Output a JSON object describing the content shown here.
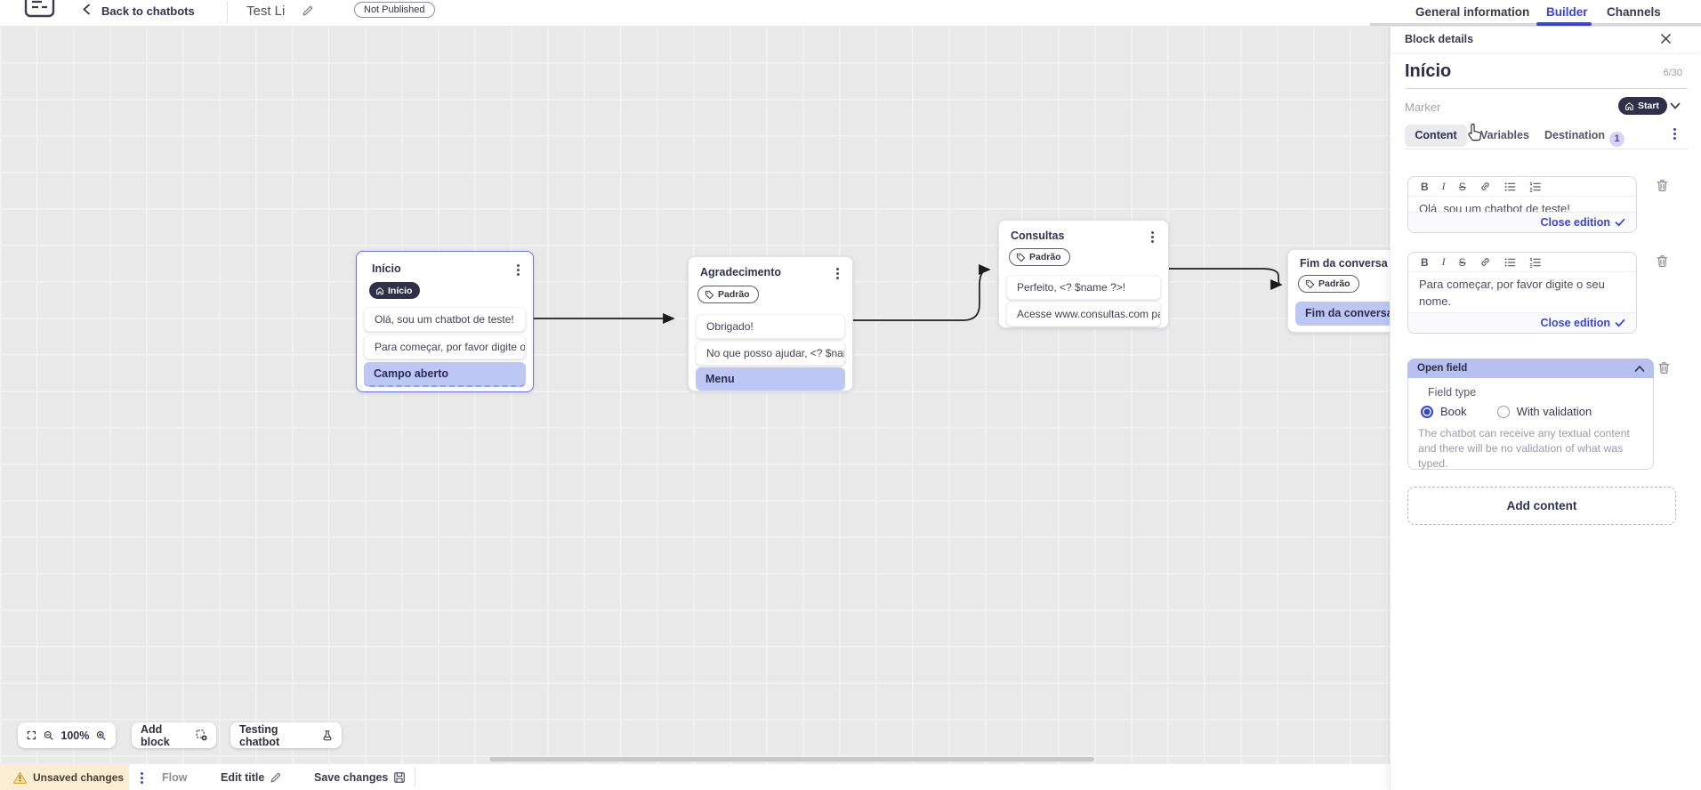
{
  "topbar": {
    "back_label": "Back to chatbots",
    "title": "Test Li",
    "status_badge": "Not Published",
    "nav": [
      {
        "label": "General information",
        "active": false
      },
      {
        "label": "Builder",
        "active": true
      },
      {
        "label": "Channels",
        "active": false
      }
    ]
  },
  "canvas": {
    "zoom_level": "100%",
    "add_block_label": "Add block",
    "testing_label": "Testing chatbot",
    "blocks": [
      {
        "title": "Início",
        "badge": "Início",
        "badge_type": "start",
        "rows": [
          "Olá, sou um chatbot de teste!",
          "Para começar, por favor digite o ...",
          "Campo aberto"
        ]
      },
      {
        "title": "Agradecimento",
        "badge": "Padrão",
        "badge_type": "default",
        "rows": [
          "Obrigado!",
          "No que posso ajudar, <? $name ...",
          "Menu"
        ]
      },
      {
        "title": "Consultas",
        "badge": "Padrão",
        "badge_type": "default",
        "rows": [
          "Perfeito, <? $name ?>!",
          "Acesse www.consultas.com par..."
        ]
      },
      {
        "title": "Fim da conversa",
        "badge": "Padrão",
        "badge_type": "default",
        "rows": [
          "Fim da conversa"
        ]
      }
    ]
  },
  "panel": {
    "header": "Block details",
    "block_name": "Início",
    "char_counter": "6/30",
    "marker_label": "Marker",
    "marker_value": "Start",
    "tabs": [
      {
        "label": "Content",
        "active": true
      },
      {
        "label": "Variables",
        "active": false
      },
      {
        "label": "Destination",
        "active": false,
        "badge": "1"
      }
    ],
    "toolbar": {
      "bold": "B",
      "italic": "I",
      "strike": "S"
    },
    "editors": [
      {
        "text": "Olá, sou um chatbot de teste!",
        "close_label": "Close edition"
      },
      {
        "text": "Para começar, por favor digite o seu nome.",
        "close_label": "Close edition"
      }
    ],
    "open_field": {
      "title": "Open field",
      "field_type_label": "Field type",
      "options": [
        {
          "label": "Book",
          "selected": true
        },
        {
          "label": "With validation",
          "selected": false
        }
      ],
      "help_text": "The chatbot can receive any textual content and there will be no validation of what was typed."
    },
    "add_content_label": "Add content"
  },
  "statusbar": {
    "unsaved": "Unsaved changes",
    "flow": "Flow",
    "edit_title": "Edit title",
    "save": "Save changes"
  },
  "colors": {
    "accent_blue": "#3946d4",
    "dark_pill": "#30304a",
    "row_periwinkle": "#bdc7f4",
    "open_field_header": "#b7c0ef",
    "warning_bg": "#f9edd4",
    "canvas_bg": "#eae9e9"
  }
}
